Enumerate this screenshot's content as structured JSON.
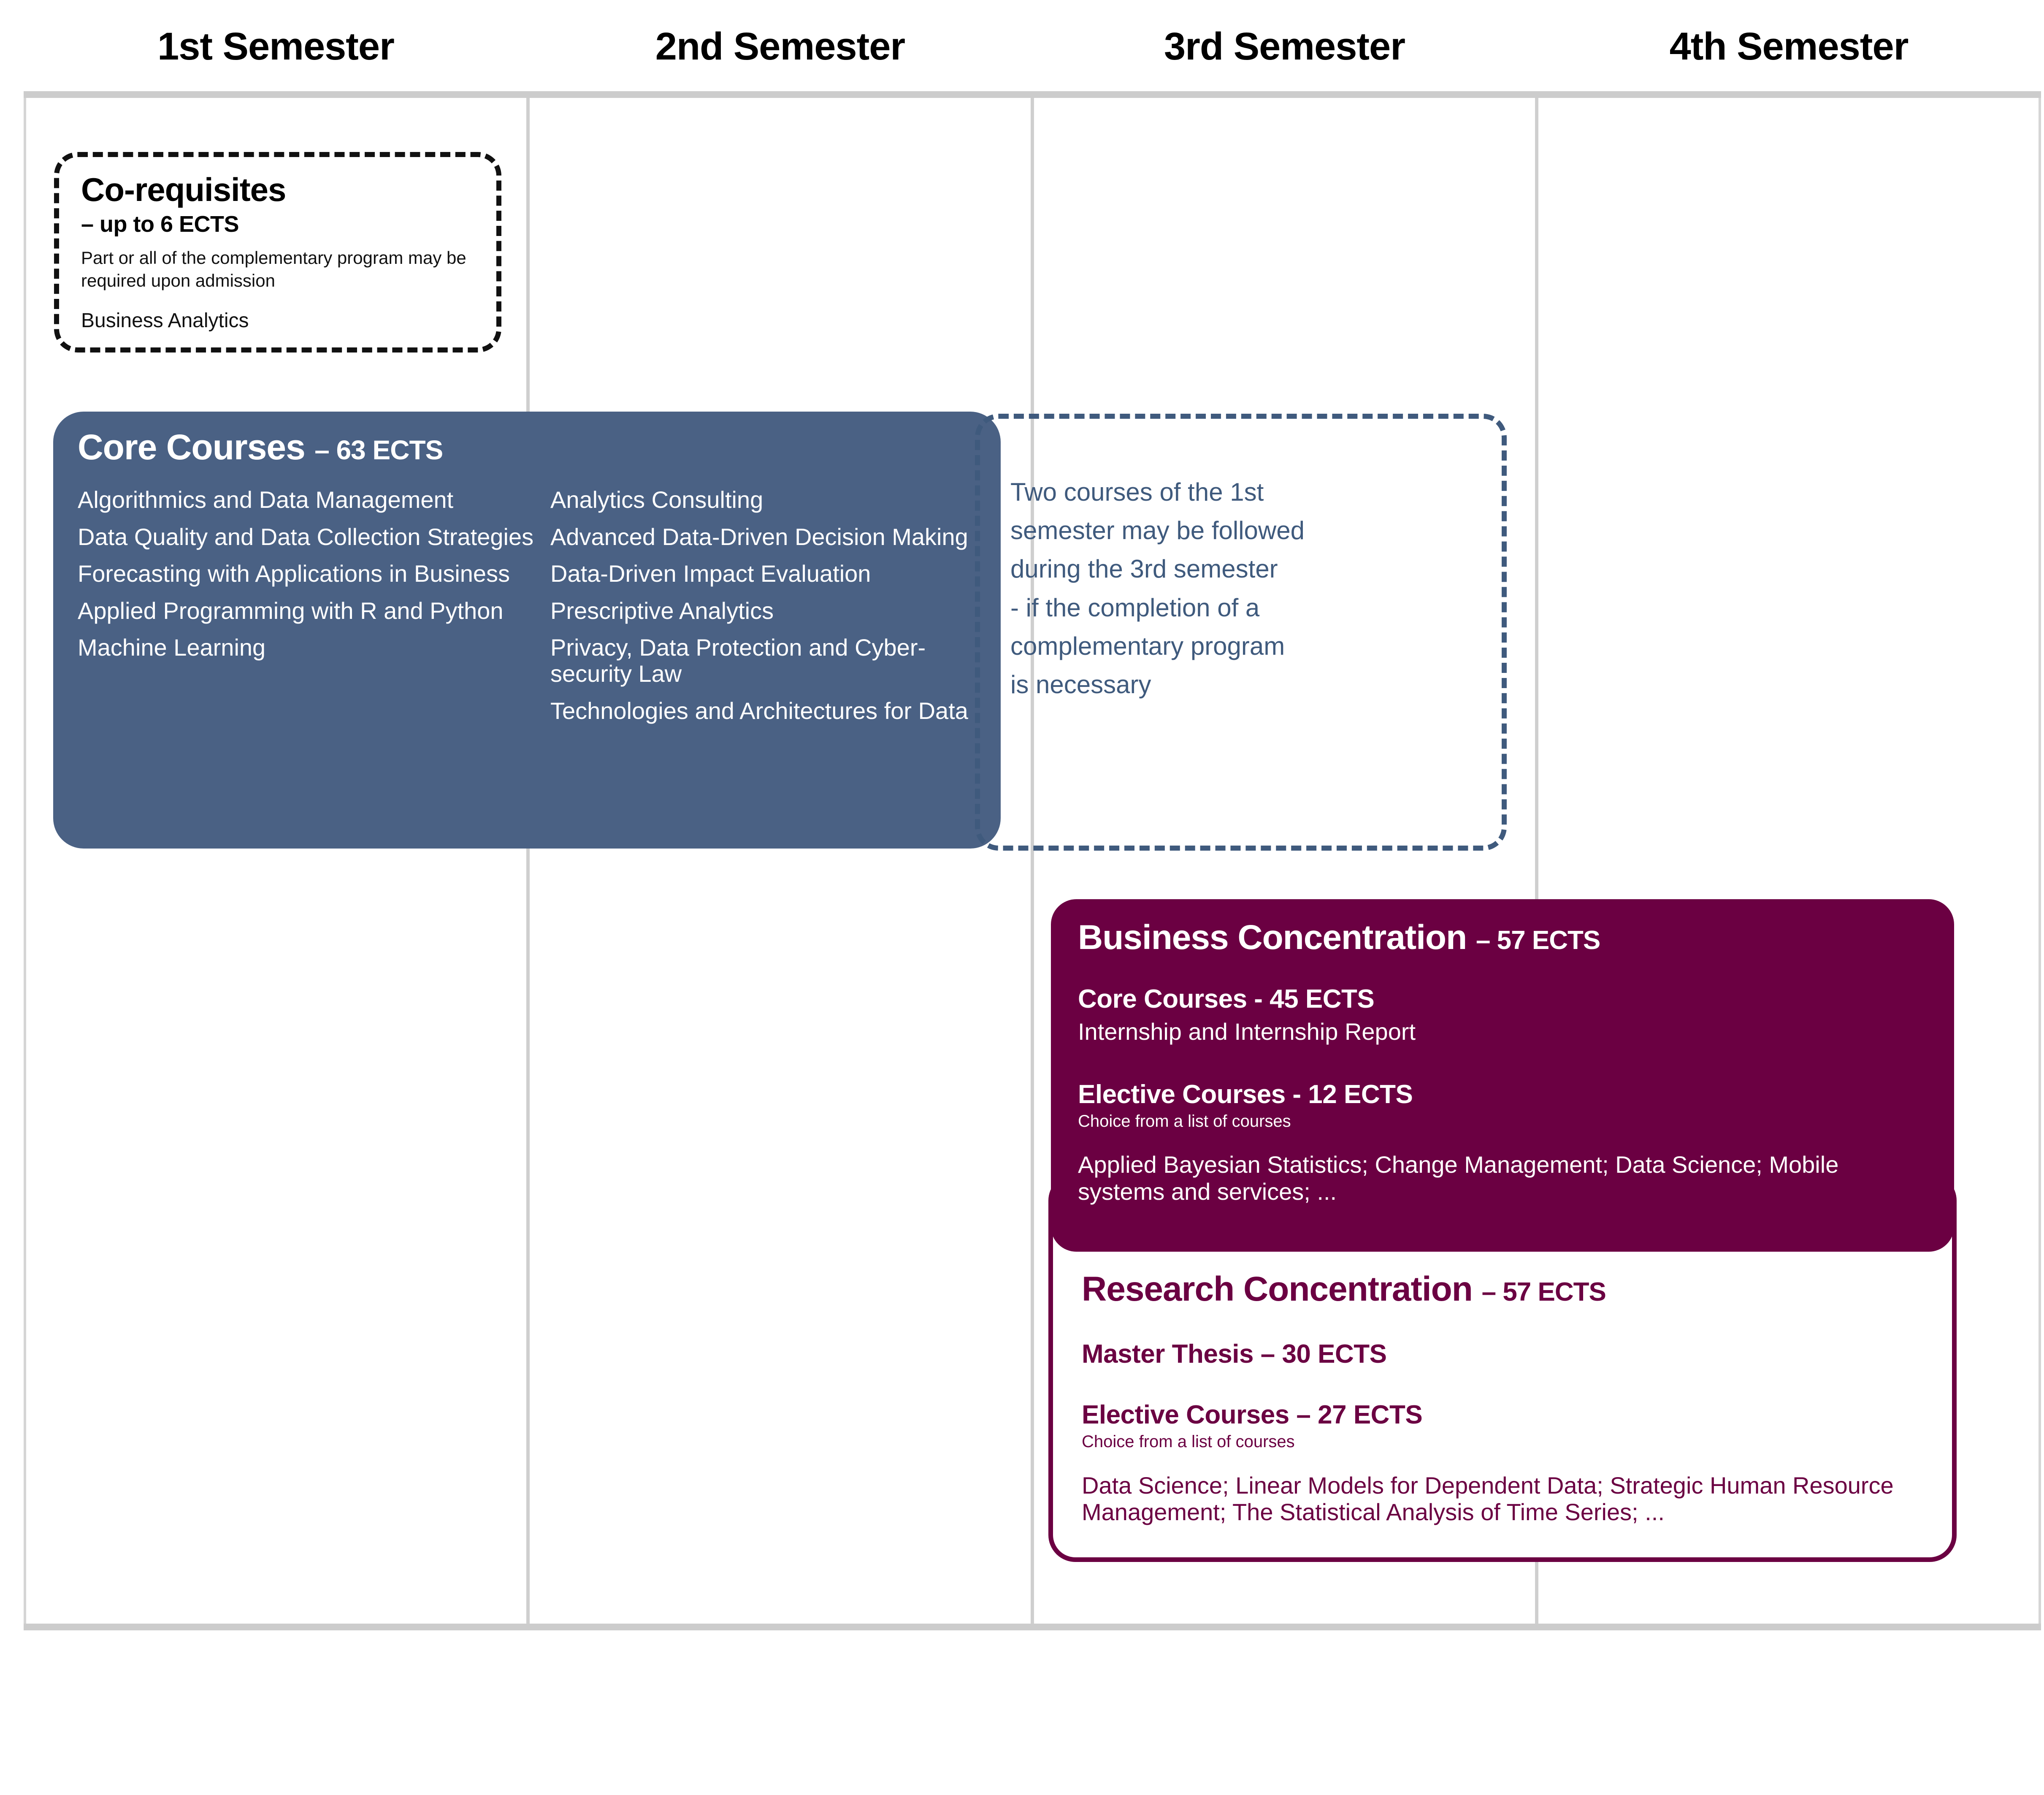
{
  "semesters": [
    {
      "label": "1st Semester"
    },
    {
      "label": "2nd Semester"
    },
    {
      "label": "3rd Semester"
    },
    {
      "label": "4th Semester"
    }
  ],
  "colors": {
    "core_blue": "#4a6184",
    "maroon": "#6b0042",
    "note_border": "#3f5a7d",
    "grid_line": "#cccccc",
    "dashed_black": "#111111"
  },
  "corequisites": {
    "title": "Co-requisites",
    "subtitle": "– up to 6 ECTS",
    "note": "Part or all of the complementary program may be required upon admission",
    "items": [
      "Business Analytics"
    ]
  },
  "core_courses": {
    "title": "Core Courses",
    "ects": "– 63 ECTS",
    "column_left": [
      "Algorithmics and Data Management",
      "Data Quality and Data Collection Strategies",
      "Forecasting with Applications in Business",
      "Applied Programming with R and Python",
      "Machine Learning"
    ],
    "column_right": [
      "Analytics Consulting",
      "Advanced Data-Driven Decision Making",
      "Data-Driven Impact Evaluation",
      "Prescriptive Analytics",
      "Privacy, Data Protection and Cyber-security Law",
      "Technologies and Architectures for Data"
    ]
  },
  "note_box": {
    "lines": [
      "Two courses of the 1st",
      "semester may be followed",
      "during the 3rd semester",
      "- if the completion of a",
      "complementary program",
      "is necessary"
    ]
  },
  "business_concentration": {
    "title": "Business Concentration",
    "ects": "– 57 ECTS",
    "core": {
      "heading": "Core Courses - 45 ECTS",
      "item": "Internship and Internship Report"
    },
    "elective": {
      "heading": "Elective Courses  - 12 ECTS",
      "subtitle": "Choice from a list of courses",
      "list": "Applied Bayesian Statistics; Change Management; Data Science; Mobile systems and services; ..."
    }
  },
  "research_concentration": {
    "title": "Research Concentration",
    "ects": "– 57 ECTS",
    "thesis_heading": "Master Thesis – 30 ECTS",
    "elective": {
      "heading": "Elective Courses – 27 ECTS",
      "subtitle": "Choice from a list of courses",
      "list": "Data Science; Linear Models for Dependent Data; Strategic Human Resource Management; The Statistical Analysis of Time Series; ..."
    }
  }
}
